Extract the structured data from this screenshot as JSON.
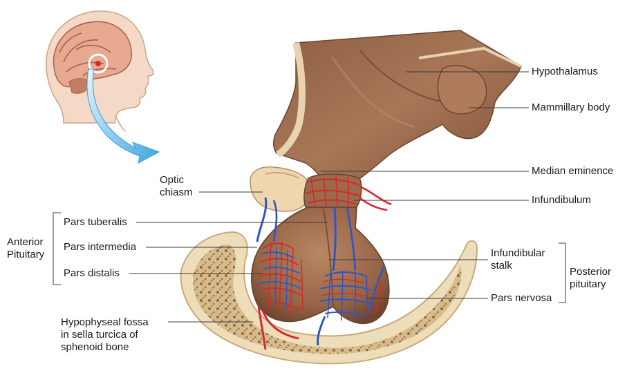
{
  "labels": {
    "hypothalamus": "Hypothalamus",
    "mammillary_body": "Mammillary body",
    "median_eminence": "Median eminence",
    "infundibulum": "Infundibulum",
    "optic_chiasm": "Optic\nchiasm",
    "pars_tuberalis": "Pars tuberalis",
    "pars_intermedia": "Pars intermedia",
    "pars_distalis": "Pars distalis",
    "anterior_pituitary": "Anterior\nPituitary",
    "infundibular_stalk": "Infundibular\nstalk",
    "pars_nervosa": "Pars nervosa",
    "posterior_pituitary": "Posterior\npituitary",
    "hypophyseal_fossa": "Hypophyseal fossa\nin sella turcica of\nsphenoid bone"
  },
  "colors": {
    "tissue_brown": "#9a6a4c",
    "tissue_dark": "#6b4430",
    "bone_beige": "#eeddb9",
    "artery_red": "#d42a2a",
    "vein_blue": "#2f55c8",
    "arrow_blue": "#5fb6e6"
  },
  "icons": [
    "head-silhouette-icon",
    "brain-icon",
    "location-arrow-icon"
  ]
}
